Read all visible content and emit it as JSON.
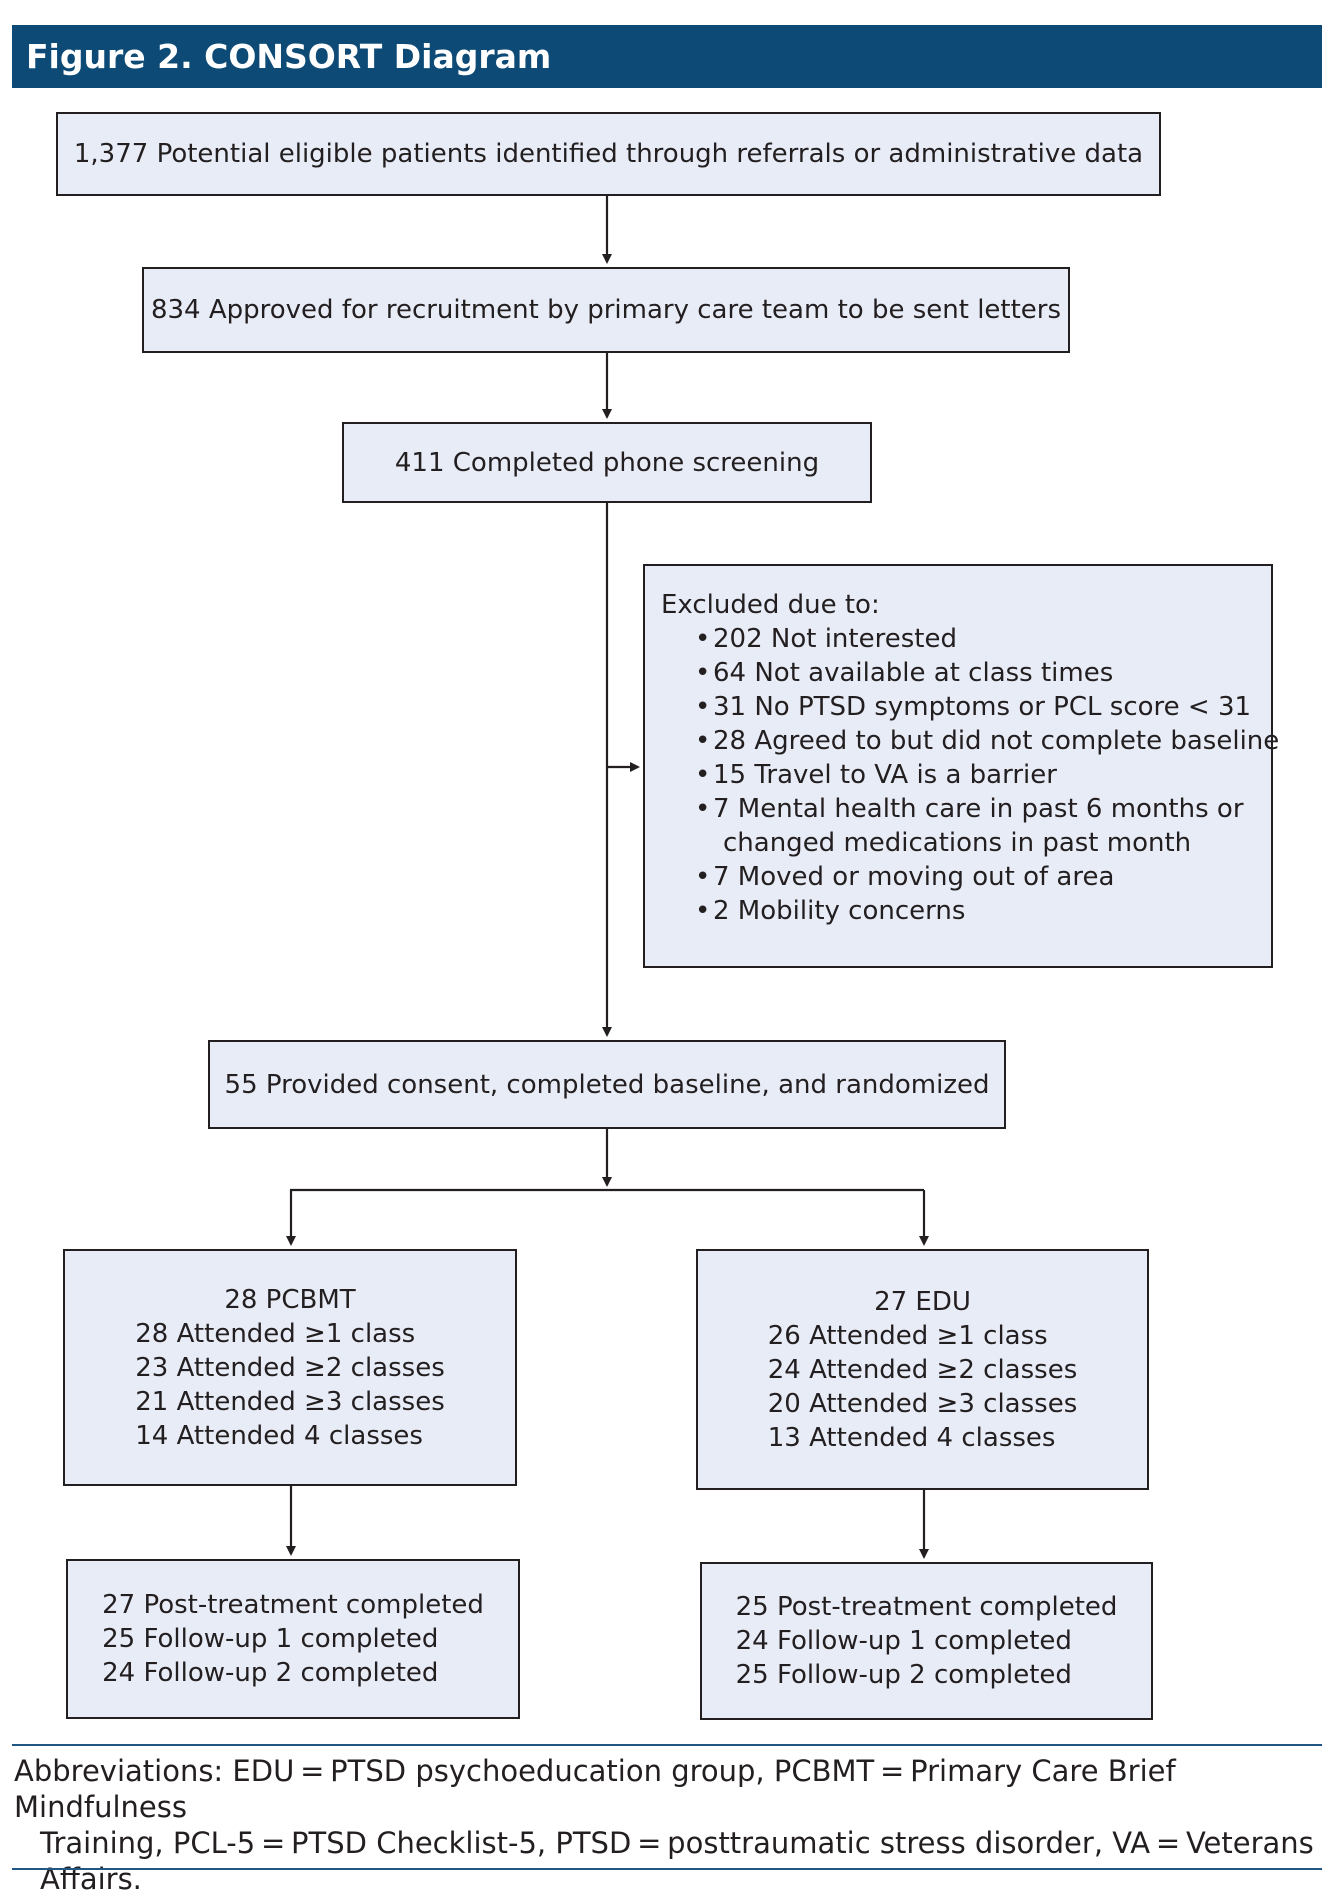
{
  "title": "Figure 2. CONSORT Diagram",
  "identified": "1,377  Potential eligible patients identified through referrals or administrative data",
  "approved": "834 Approved for recruitment by primary care team to be sent letters",
  "screened": "411 Completed phone screening",
  "excluded": {
    "heading": "Excluded due to:",
    "items": [
      {
        "text": "202 Not interested"
      },
      {
        "text": "64 Not available at class times"
      },
      {
        "text": "31 No PTSD symptoms or PCL score < 31"
      },
      {
        "text": "28 Agreed to but did not complete baseline"
      },
      {
        "text": "15 Travel to VA is a barrier"
      },
      {
        "text": "7 Mental health care in past 6 months or",
        "cont": "changed medications in past month"
      },
      {
        "text": "7 Moved or moving out of area"
      },
      {
        "text": "2 Mobility concerns"
      }
    ]
  },
  "randomized": "55 Provided consent, completed baseline, and randomized",
  "arms": [
    {
      "head": "28 PCBMT",
      "lines": [
        "28 Attended ≥1 class",
        "23 Attended ≥2 classes",
        "21 Attended ≥3 classes",
        "14 Attended 4 classes"
      ],
      "followup": [
        "27 Post-treatment completed",
        "25 Follow-up 1 completed",
        "24 Follow-up 2 completed"
      ]
    },
    {
      "head": "27 EDU",
      "lines": [
        "26 Attended ≥1 class",
        "24 Attended ≥2 classes",
        "20 Attended ≥3 classes",
        "13 Attended 4 classes"
      ],
      "followup": [
        "25 Post-treatment completed",
        "24 Follow-up 1 completed",
        "25 Follow-up 2 completed"
      ]
    }
  ],
  "abbreviations": {
    "line1": "Abbreviations: EDU = PTSD psychoeducation group, PCBMT = Primary Care Brief Mindfulness",
    "line2": "Training, PCL-5 = PTSD Checklist-5, PTSD = posttraumatic stress disorder, VA = Veterans",
    "line3": "Affairs."
  },
  "colors": {
    "title_bar": "#0d4a75",
    "box_fill": "#e8ecf7",
    "rule": "#1f5683"
  }
}
